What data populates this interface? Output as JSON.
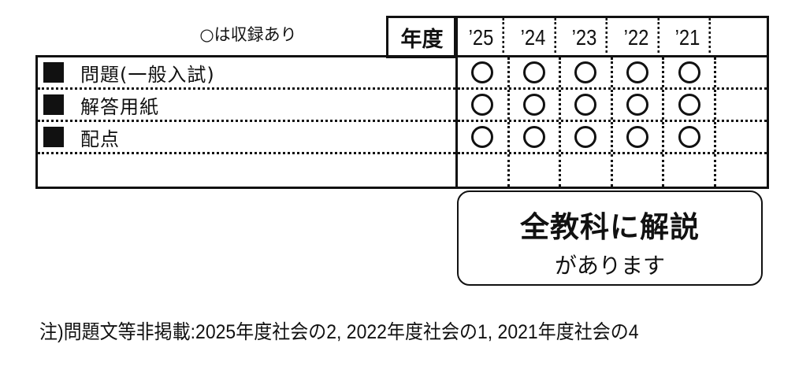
{
  "legend": {
    "symbol": "○",
    "text": "○は収録あり"
  },
  "header": {
    "nendo_label": "年度",
    "years": [
      "’25",
      "’24",
      "’23",
      "’22",
      "’21",
      ""
    ]
  },
  "rows": [
    {
      "label": "問題(一般入試)",
      "marks": [
        "○",
        "○",
        "○",
        "○",
        "○",
        ""
      ]
    },
    {
      "label": "解答用紙",
      "marks": [
        "○",
        "○",
        "○",
        "○",
        "○",
        ""
      ]
    },
    {
      "label": "配点",
      "marks": [
        "○",
        "○",
        "○",
        "○",
        "○",
        ""
      ]
    },
    {
      "label": "",
      "marks": [
        "",
        "",
        "",
        "",
        "",
        ""
      ]
    }
  ],
  "callout": {
    "line1": "全教科に解説",
    "line2": "があります"
  },
  "note": "注)問題文等非掲載:2025年度社会の2, 2022年度社会の1, 2021年度社会の4"
}
